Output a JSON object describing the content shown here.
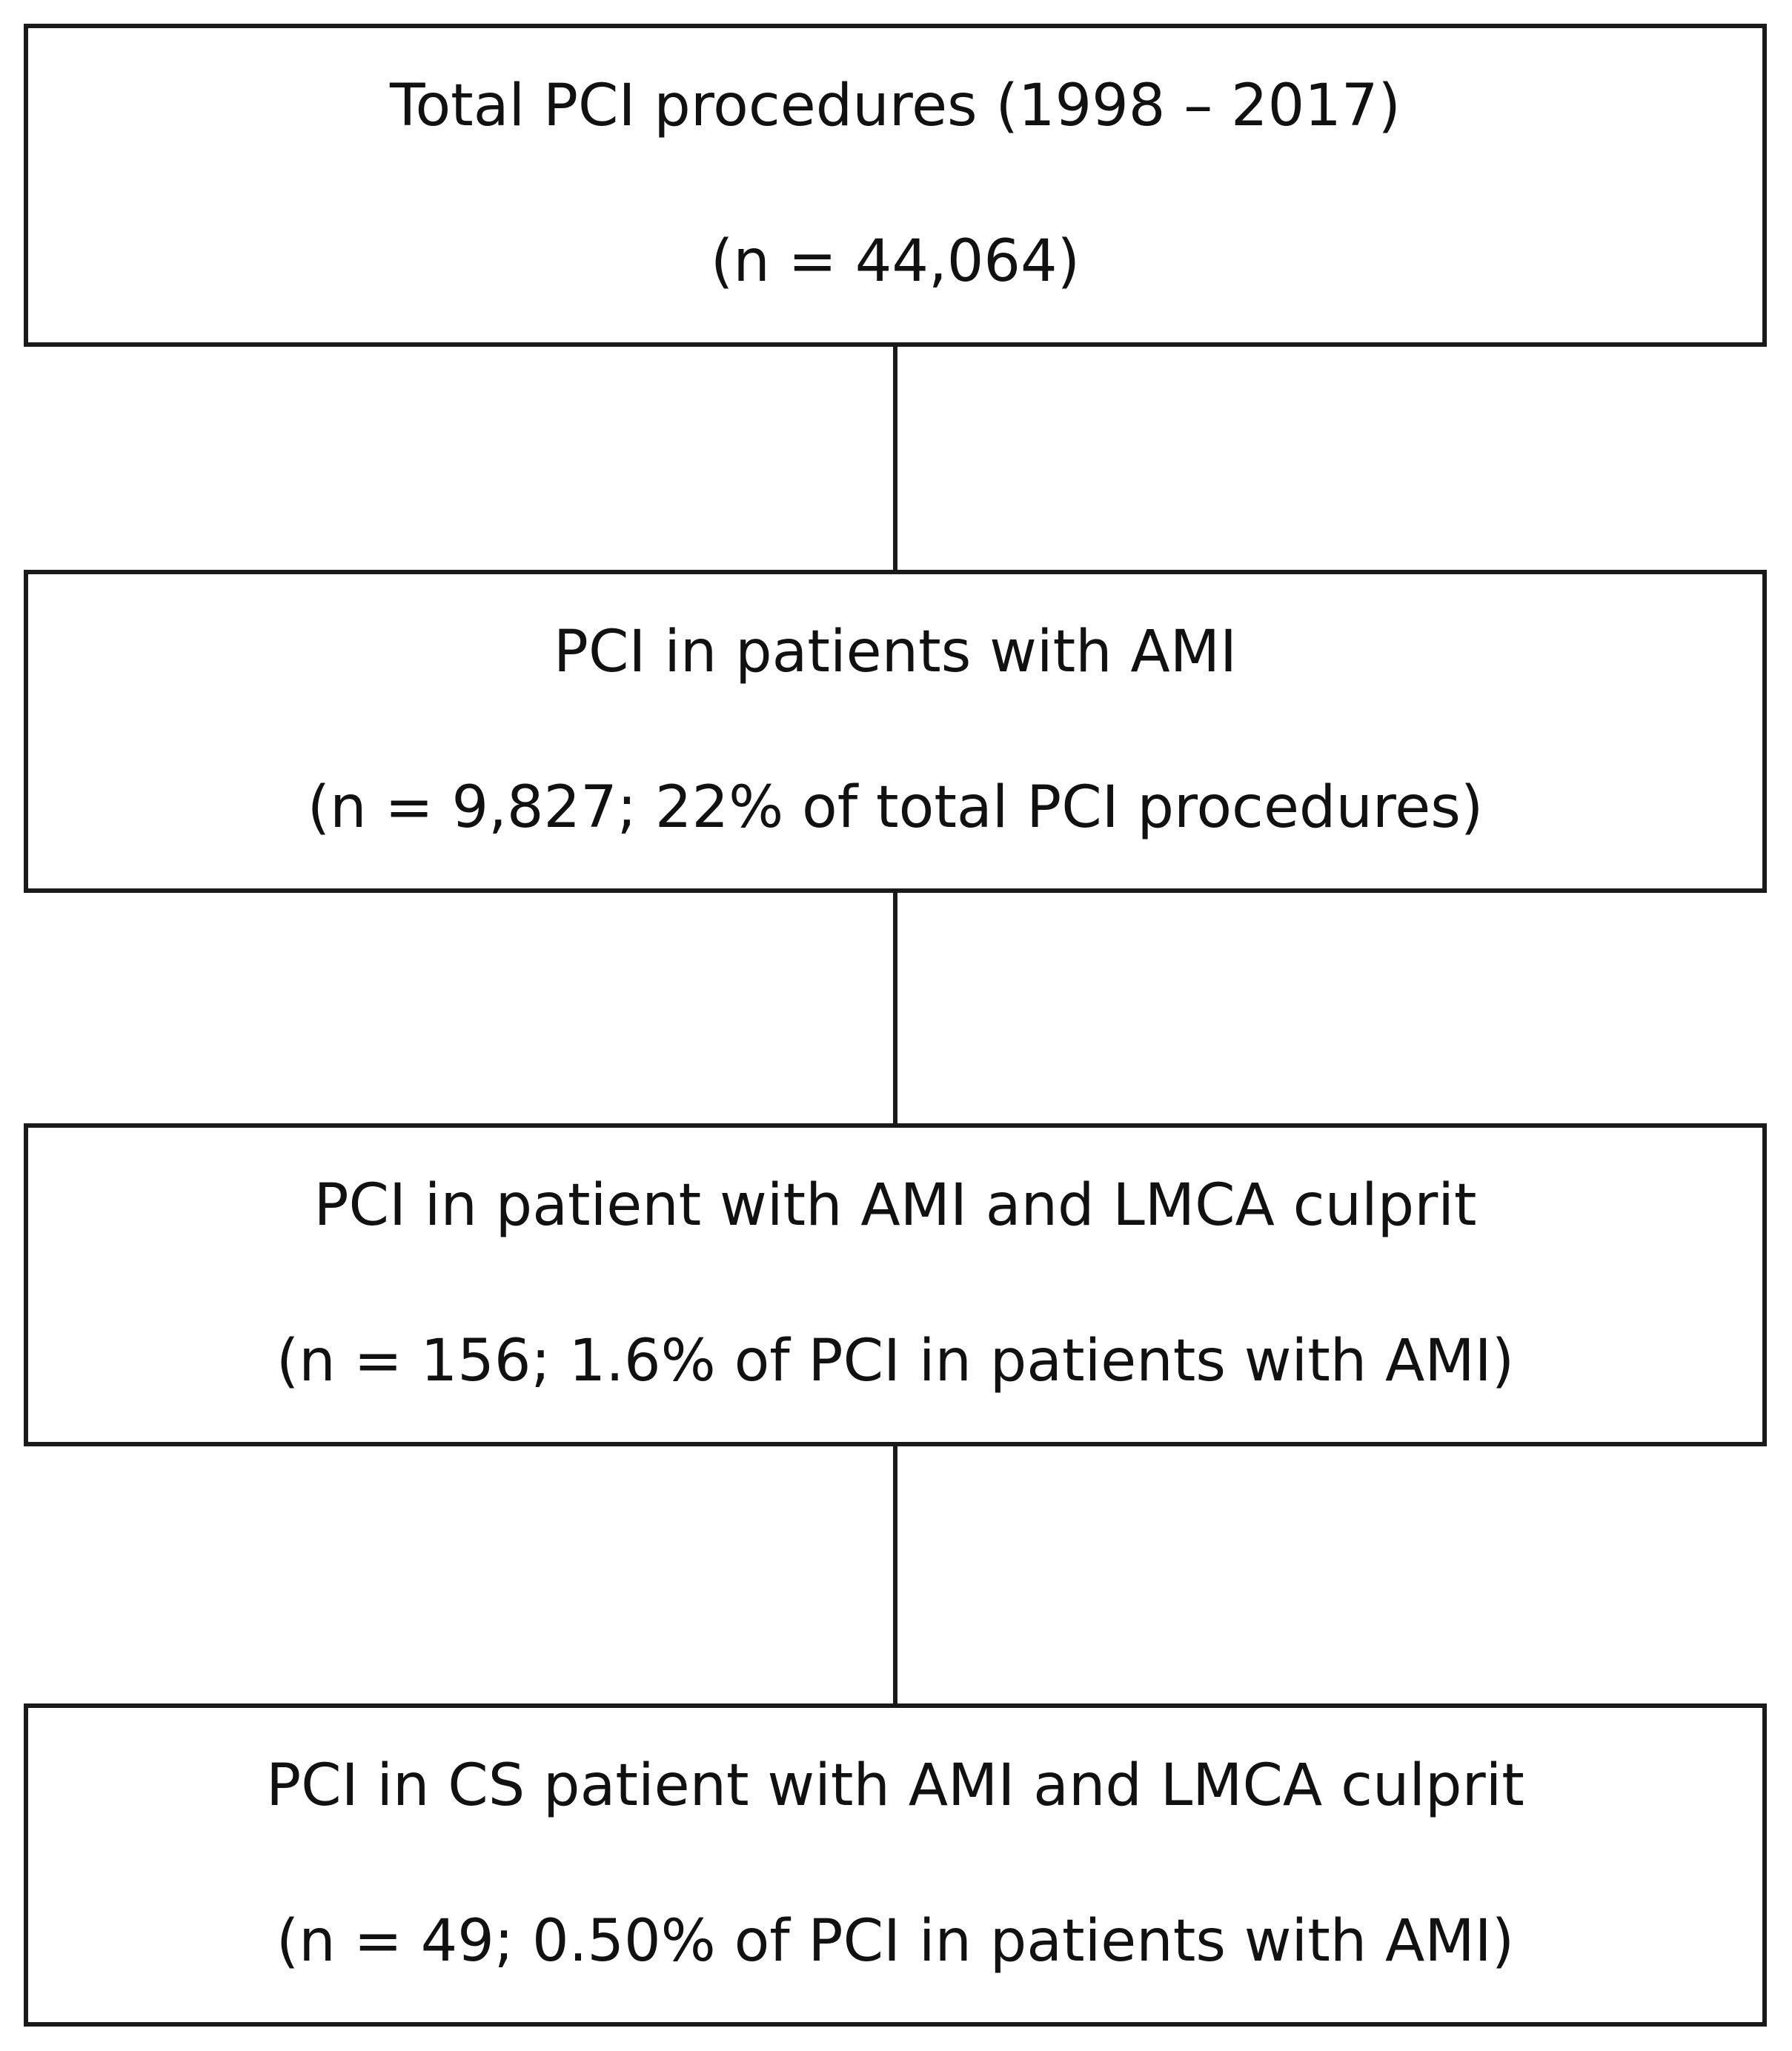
{
  "flowchart": {
    "boxes": [
      {
        "title": "Total PCI procedures (1998 – 2017)",
        "count": "(n = 44,064)"
      },
      {
        "title": "PCI in patients with AMI",
        "count": "(n = 9,827; 22% of total PCI procedures)"
      },
      {
        "title": "PCI in patient with AMI and LMCA culprit",
        "count": "(n = 156; 1.6% of PCI in patients with AMI)"
      },
      {
        "title": "PCI in CS patient with AMI and LMCA culprit",
        "count": "(n = 49; 0.50% of PCI in patients with AMI)"
      }
    ]
  }
}
